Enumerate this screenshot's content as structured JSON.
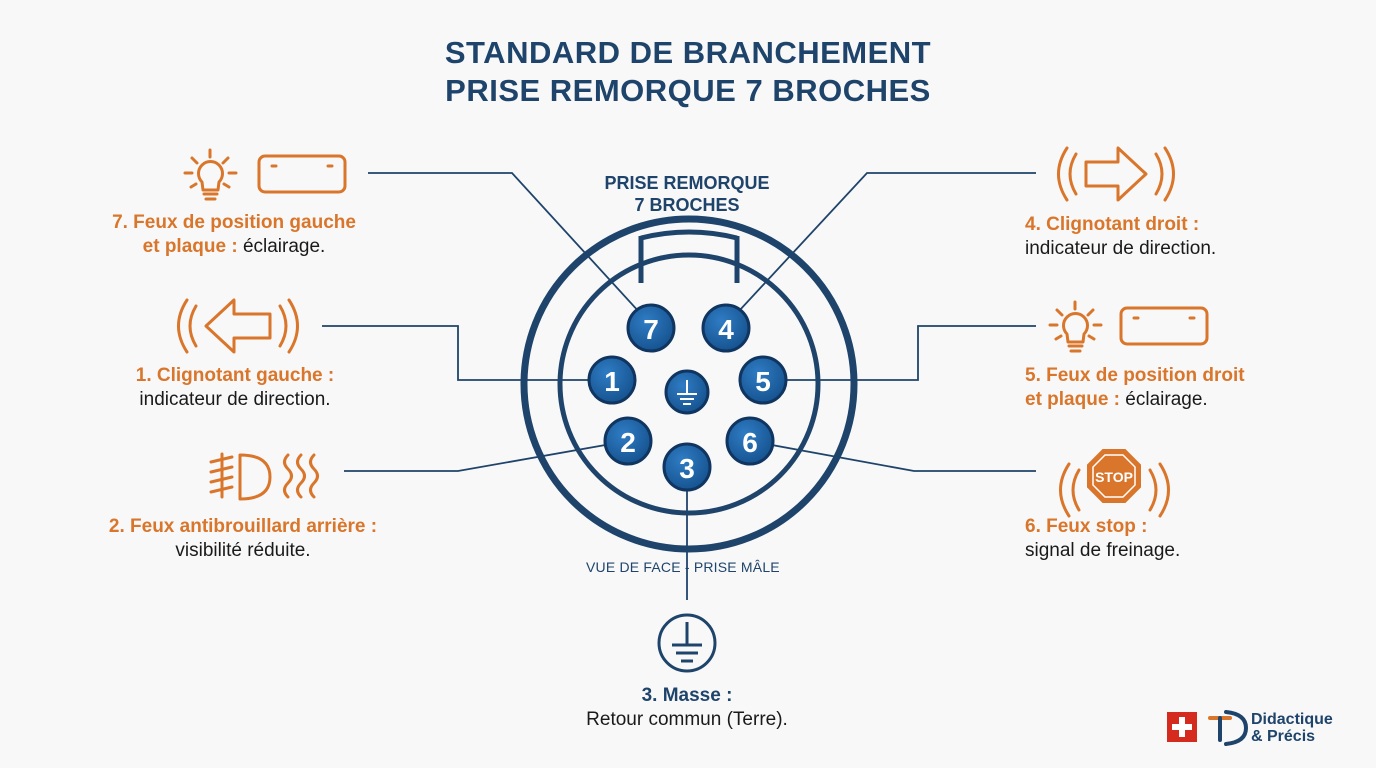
{
  "title": {
    "line1": "STANDARD DE BRANCHEMENT",
    "line2": "PRISE REMORQUE 7 BROCHES"
  },
  "connector": {
    "label_line1": "PRISE REMORQUE",
    "label_line2": "7 BROCHES",
    "view_label": "VUE DE FACE - PRISE MÂLE",
    "pins": [
      "7",
      "4",
      "1",
      "5",
      "2",
      "6",
      "3"
    ],
    "center_symbol": "⏚"
  },
  "pins": {
    "p7": {
      "head": "7. Feux de position gauche",
      "head2": "et plaque :",
      "desc": " éclairage."
    },
    "p1": {
      "head": "1. Clignotant gauche :",
      "desc": "indicateur de direction."
    },
    "p2": {
      "head": "2. Feux antibrouillard arrière :",
      "desc": "visibilité réduite."
    },
    "p4": {
      "head": "4. Clignotant droit :",
      "desc": "indicateur de direction."
    },
    "p5": {
      "head": "5. Feux de position droit",
      "head2": "et plaque :",
      "desc": " éclairage."
    },
    "p6": {
      "head": "6. Feux stop :",
      "desc": "signal de freinage."
    },
    "p3": {
      "head": "3. Masse :",
      "desc": "Retour commun (Terre)."
    }
  },
  "icons": {
    "stop_text": "STOP"
  },
  "brand": {
    "line1": "Didactique",
    "line2": "& Précis"
  },
  "colors": {
    "navy": "#1f446b",
    "pin_blue": "#1c63a8",
    "orange": "#d9762b",
    "swiss_red": "#d52b1e"
  }
}
